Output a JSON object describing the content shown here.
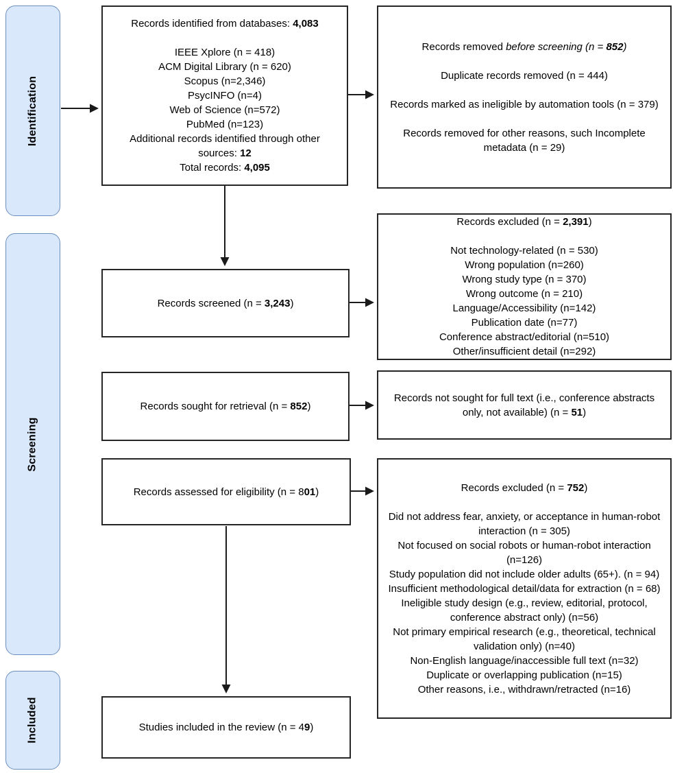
{
  "diagram": {
    "kind": "PRISMA flow diagram",
    "colors": {
      "stage_fill": "#dae8fc",
      "stage_border": "#6c8ebf",
      "box_border": "#262626",
      "arrow": "#1a1a1a",
      "text": "#000000",
      "background": "#ffffff"
    },
    "stages": [
      {
        "id": "identification",
        "label": "Identification"
      },
      {
        "id": "screening",
        "label": "Screening"
      },
      {
        "id": "included",
        "label": "Included"
      }
    ],
    "boxes": {
      "identified": {
        "lines": [
          [
            {
              "t": "Records identified from databases: "
            },
            {
              "t": "4,083",
              "b": true
            }
          ],
          [],
          [
            {
              "t": "IEEE Xplore (n = 418)"
            }
          ],
          [
            {
              "t": "ACM Digital Library (n = 620)"
            }
          ],
          [
            {
              "t": "Scopus (n=2,346)"
            }
          ],
          [
            {
              "t": "PsycINFO (n=4)"
            }
          ],
          [
            {
              "t": "Web of Science (n=572)"
            }
          ],
          [
            {
              "t": "PubMed (n=123)"
            }
          ],
          [
            {
              "t": "Additional records identified through other sources: "
            },
            {
              "t": "12",
              "b": true
            }
          ],
          [
            {
              "t": "Total records: "
            },
            {
              "t": "4,095",
              "b": true
            }
          ]
        ]
      },
      "removed_before_screening": {
        "lines": [
          [
            {
              "t": "Records removed "
            },
            {
              "t": "before screening (n = ",
              "i": true
            },
            {
              "t": "852",
              "b": true,
              "i": true
            },
            {
              "t": ")",
              "i": true
            }
          ],
          [],
          [
            {
              "t": "Duplicate records removed (n = 444)"
            }
          ],
          [],
          [
            {
              "t": "Records marked as ineligible by automation tools (n = 379)"
            }
          ],
          [],
          [
            {
              "t": "Records removed for other reasons, such Incomplete metadata (n = 29)"
            }
          ]
        ]
      },
      "screened": {
        "lines": [
          [
            {
              "t": "Records screened (n = "
            },
            {
              "t": "3,243",
              "b": true
            },
            {
              "t": ")"
            }
          ]
        ]
      },
      "excluded_screening": {
        "lines": [
          [
            {
              "t": "Records excluded (n = "
            },
            {
              "t": "2,391",
              "b": true
            },
            {
              "t": ")"
            }
          ],
          [],
          [
            {
              "t": "Not technology-related (n = 530)"
            }
          ],
          [
            {
              "t": "Wrong population (n=260)"
            }
          ],
          [
            {
              "t": "Wrong study type (n = 370)"
            }
          ],
          [
            {
              "t": "Wrong outcome (n = 210)"
            }
          ],
          [
            {
              "t": "Language/Accessibility (n=142)"
            }
          ],
          [
            {
              "t": "Publication date (n=77)"
            }
          ],
          [
            {
              "t": "Conference abstract/editorial (n=510)"
            }
          ],
          [
            {
              "t": "Other/insufficient detail (n=292)"
            }
          ]
        ]
      },
      "sought": {
        "lines": [
          [
            {
              "t": "Records sought for retrieval (n = "
            },
            {
              "t": "852",
              "b": true
            },
            {
              "t": ")"
            }
          ]
        ]
      },
      "not_sought": {
        "lines": [
          [
            {
              "t": "Records not sought for full text (i.e., conference abstracts only, not available) (n = "
            },
            {
              "t": "51",
              "b": true
            },
            {
              "t": ")"
            }
          ]
        ]
      },
      "assessed": {
        "lines": [
          [
            {
              "t": "Records assessed for eligibility (n = 8"
            },
            {
              "t": "01",
              "b": true
            },
            {
              "t": ")"
            }
          ]
        ]
      },
      "excluded_eligibility": {
        "lines": [
          [
            {
              "t": "Records excluded (n = "
            },
            {
              "t": "752",
              "b": true
            },
            {
              "t": ")"
            }
          ],
          [],
          [
            {
              "t": "Did not address fear, anxiety, or acceptance in human-robot interaction (n = 305)"
            }
          ],
          [
            {
              "t": "Not focused on social robots or human-robot interaction (n=126)"
            }
          ],
          [
            {
              "t": "Study population did not include older adults (65+). (n = 94)"
            }
          ],
          [
            {
              "t": "Insufficient methodological detail/data for extraction (n = 68)"
            }
          ],
          [
            {
              "t": "Ineligible study design (e.g., review, editorial, protocol, conference abstract only) (n=56)"
            }
          ],
          [
            {
              "t": "Not primary empirical research (e.g., theoretical, technical validation only) (n=40)"
            }
          ],
          [
            {
              "t": "Non-English language/inaccessible full text (n=32)"
            }
          ],
          [
            {
              "t": "Duplicate or overlapping publication (n=15)"
            }
          ],
          [
            {
              "t": "Other reasons, i.e., withdrawn/retracted (n=16)"
            }
          ]
        ]
      },
      "included": {
        "lines": [
          [
            {
              "t": "Studies included in the review  (n = 4"
            },
            {
              "t": "9",
              "b": true
            },
            {
              "t": ")"
            }
          ]
        ]
      }
    }
  }
}
